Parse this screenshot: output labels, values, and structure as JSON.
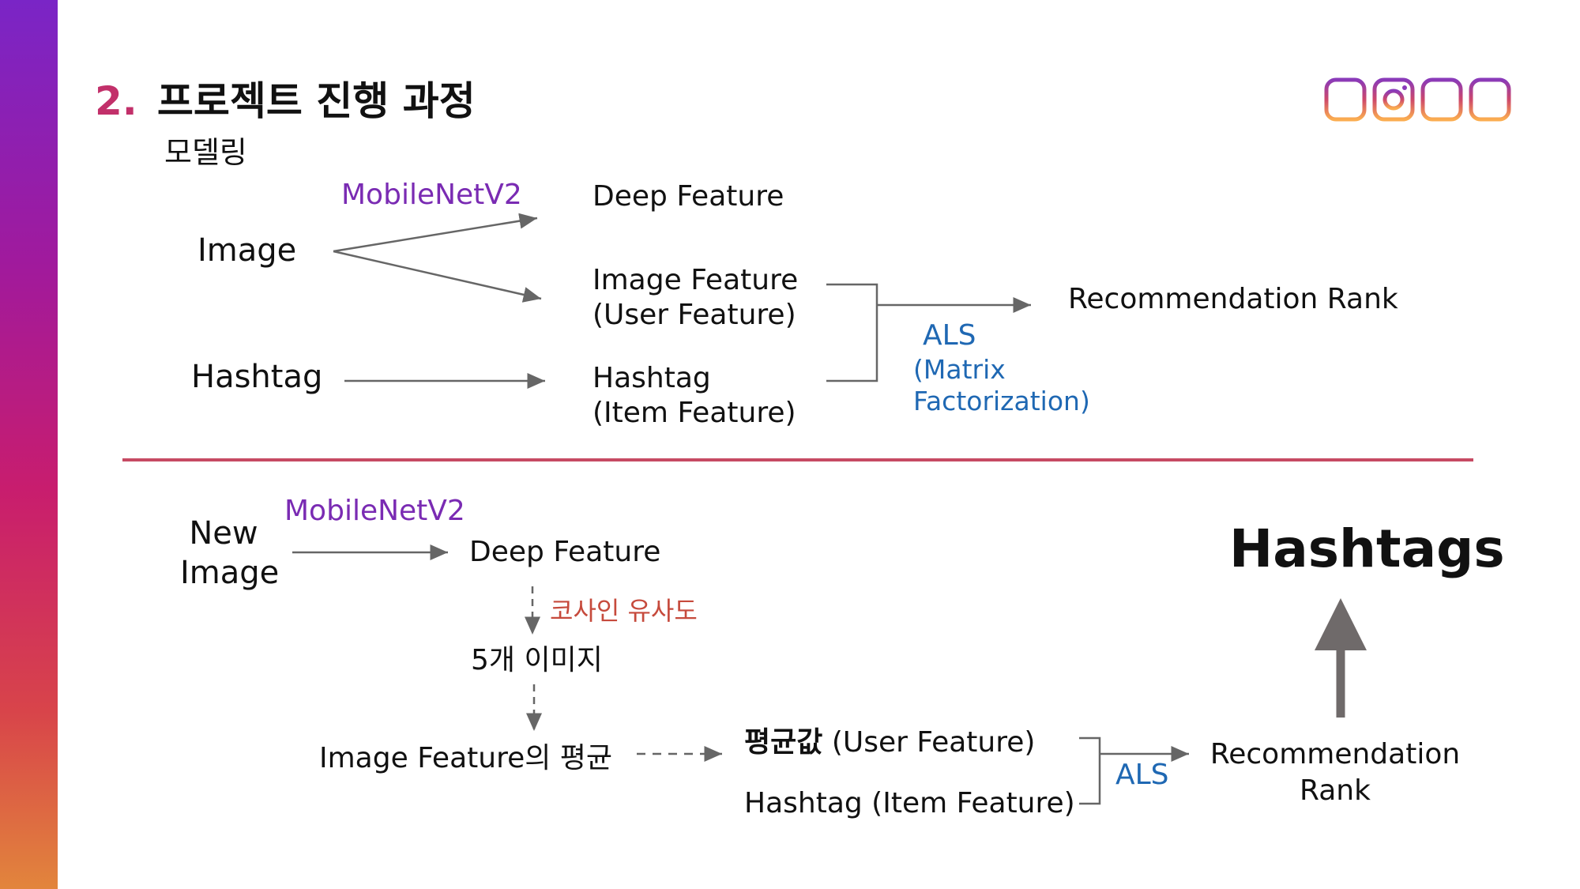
{
  "header": {
    "section_number": "2.",
    "title": "프로젝트 진행 과정",
    "subtitle": "모델링"
  },
  "logo": {
    "icon": "instagram-icon",
    "gradient": [
      "#8a3ab9",
      "#cd486b",
      "#fbad50"
    ]
  },
  "training": {
    "input_image": "Image",
    "input_hashtag": "Hashtag",
    "model_label": "MobileNetV2",
    "deep_feature": "Deep Feature",
    "image_feature_l1": "Image Feature",
    "image_feature_l2": "(User Feature)",
    "hashtag_feature_l1": "Hashtag",
    "hashtag_feature_l2": "(Item Feature)",
    "als_label": "ALS",
    "als_sub_l1": "(Matrix",
    "als_sub_l2": "Factorization)",
    "output": "Recommendation Rank"
  },
  "inference": {
    "new_image_l1": "New",
    "new_image_l2": "Image",
    "model_label": "MobileNetV2",
    "deep_feature": "Deep Feature",
    "similarity_label": "코사인 유사도",
    "top_images": "5개 이미지",
    "avg_feature": "Image Feature의 평균",
    "user_feature_strong": "평균값",
    "user_feature_rest": " (User Feature)",
    "item_feature_strong": "Hashtag",
    "item_feature_rest": " (Item Feature)",
    "als_label": "ALS",
    "rank_l1": "Recommendation",
    "rank_l2": "Rank",
    "result": "Hashtags"
  },
  "colors": {
    "accent_purple": "#7a2bb3",
    "accent_blue": "#1f68b3",
    "accent_red": "#c64a3c",
    "divider": "#c64a63",
    "arrow": "#666666"
  }
}
